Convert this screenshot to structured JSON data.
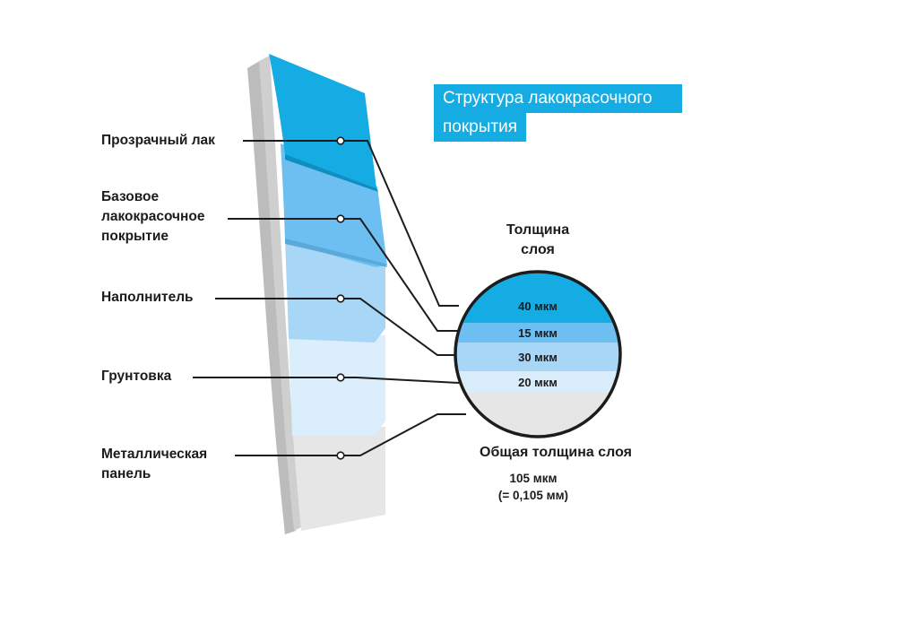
{
  "title": {
    "line1": "Структура лакокрасочного",
    "line2": "покрытия"
  },
  "layers": [
    {
      "label_lines": [
        "Прозрачный лак"
      ],
      "thickness": "40 мкм",
      "thickness_um": 40,
      "color": "#15abe3"
    },
    {
      "label_lines": [
        "Базовое",
        "лакокрасочное",
        "покрытие"
      ],
      "thickness": "15 мкм",
      "thickness_um": 15,
      "color": "#6cbff0"
    },
    {
      "label_lines": [
        "Наполнитель"
      ],
      "thickness": "30 мкм",
      "thickness_um": 30,
      "color": "#a7d5f6"
    },
    {
      "label_lines": [
        "Грунтовка"
      ],
      "thickness": "20 мкм",
      "thickness_um": 20,
      "color": "#d9ecfa"
    },
    {
      "label_lines": [
        "Металлическая",
        "панель"
      ],
      "thickness": "",
      "color": "#e6e6e6"
    }
  ],
  "thickness_heading": {
    "line1": "Толщина",
    "line2": "слоя"
  },
  "total": {
    "heading": "Общая толщина слоя",
    "value": "105 мкм",
    "value_alt": "(= 0,105 мм)"
  }
}
